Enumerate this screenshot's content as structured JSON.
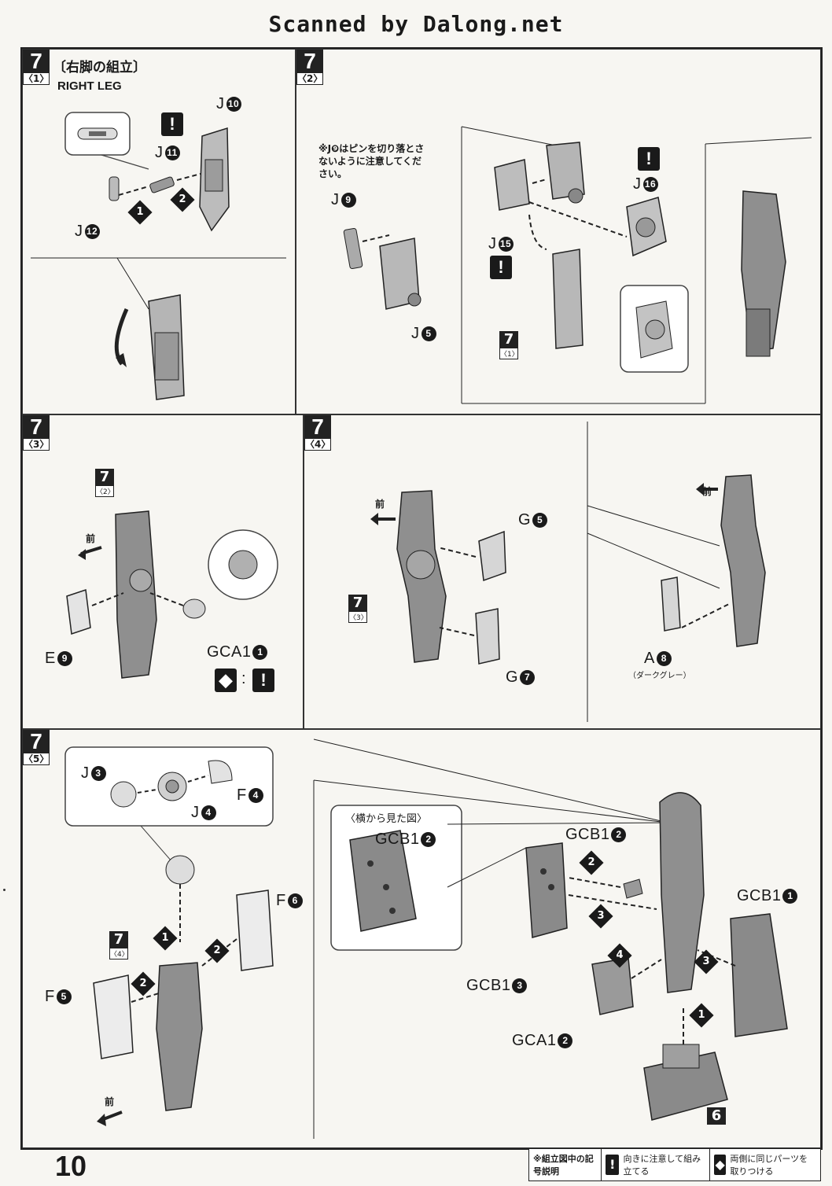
{
  "banner": "Scanned by Dalong.net",
  "page_number": "10",
  "panels": {
    "p1": {
      "step": "7",
      "sub": "〈1〉",
      "title_jp": "〔右脚の組立〕",
      "title_en": "RIGHT LEG",
      "labels": {
        "j10": "J",
        "j10n": "10",
        "j11": "J",
        "j11n": "11",
        "j12": "J",
        "j12n": "12"
      },
      "seq": [
        "1",
        "2"
      ]
    },
    "p2": {
      "step": "7",
      "sub": "〈2〉",
      "note": "※J❾はピンを切り落とさないように注意してください。",
      "labels": {
        "j9": "J",
        "j9n": "9",
        "j5": "J",
        "j5n": "5",
        "j15": "J",
        "j15n": "15",
        "j16": "J",
        "j16n": "16"
      },
      "ref": {
        "num": "7",
        "sub": "〈1〉"
      }
    },
    "p3": {
      "step": "7",
      "sub": "〈3〉",
      "front": "前",
      "labels": {
        "e9": "E",
        "e9n": "9",
        "gca11": "GCA1",
        "gca11n": "1"
      },
      "ref": {
        "num": "7",
        "sub": "〈2〉"
      },
      "icon_sep": ":"
    },
    "p4": {
      "step": "7",
      "sub": "〈4〉",
      "front": "前",
      "labels": {
        "g5": "G",
        "g5n": "5",
        "g7": "G",
        "g7n": "7",
        "a8": "A",
        "a8n": "8"
      },
      "a8_note": "（ダークグレー）",
      "ref": {
        "num": "7",
        "sub": "〈3〉"
      }
    },
    "p5": {
      "step": "7",
      "sub": "〈5〉",
      "front": "前",
      "side_view": "〈横から見た図〉",
      "labels": {
        "j3": "J",
        "j3n": "3",
        "j4": "J",
        "j4n": "4",
        "f4": "F",
        "f4n": "4",
        "f6": "F",
        "f6n": "6",
        "f5": "F",
        "f5n": "5",
        "gcb12a": "GCB1",
        "gcb12an": "2",
        "gcb12b": "GCB1",
        "gcb12bn": "2",
        "gcb11": "GCB1",
        "gcb11n": "1",
        "gcb13": "GCB1",
        "gcb13n": "3",
        "gca12": "GCA1",
        "gca12n": "2"
      },
      "ref": {
        "num": "7",
        "sub": "〈4〉"
      },
      "part6": "6",
      "seq": [
        "1",
        "2",
        "3",
        "4"
      ]
    }
  },
  "legend": {
    "title": "※組立図中の記号説明",
    "item1_icon": "!",
    "item1": "向きに注意して組み立てる",
    "item2_icon": "◆",
    "item2": "両側に同じパーツを取りつける"
  },
  "colors": {
    "ink": "#1a1a1a",
    "paper": "#f7f6f2",
    "part_fill": "#8f8f8f",
    "ghost": "#d9d9d9"
  }
}
